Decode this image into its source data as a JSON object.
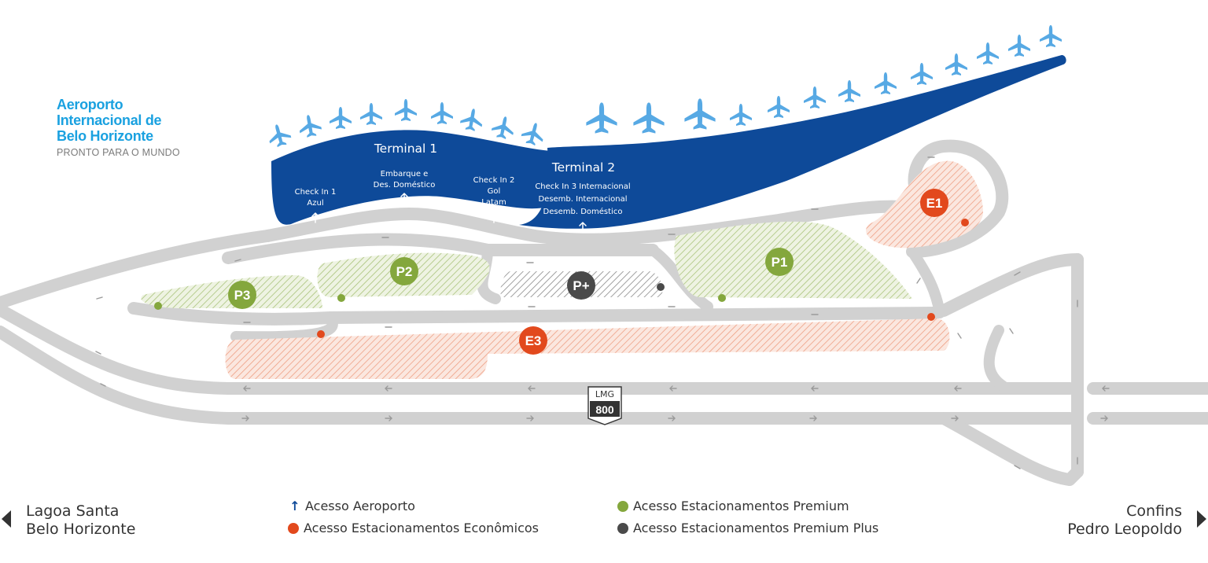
{
  "brand": {
    "line1": "Aeroporto",
    "line2": "Internacional de",
    "line3": "Belo Horizonte",
    "tagline": "PRONTO PARA O MUNDO"
  },
  "terminals": {
    "t1": {
      "name": "Terminal 1"
    },
    "t2": {
      "name": "Terminal 2"
    }
  },
  "access_labels": {
    "checkin1": [
      "Check In 1",
      "Azul"
    ],
    "embarque": [
      "Embarque e",
      "Des. Doméstico"
    ],
    "checkin2": [
      "Check In 2",
      "Gol",
      "Latam"
    ],
    "checkin3": [
      "Check In 3 Internacional",
      "Desemb. Internacional",
      "Desemb. Doméstico"
    ]
  },
  "parking": {
    "P1": "P1",
    "P2": "P2",
    "P3": "P3",
    "Pplus": "P+",
    "E1": "E1",
    "E3": "E3"
  },
  "highway": {
    "name": "LMG",
    "number": "800"
  },
  "destinations": {
    "left": [
      "Lagoa Santa",
      "Belo Horizonte"
    ],
    "right": [
      "Confins",
      "Pedro Leopoldo"
    ]
  },
  "legend": {
    "aeroporto": "Acesso Aeroporto",
    "economicos": "Acesso Estacionamentos Econômicos",
    "premium": "Acesso Estacionamentos Premium",
    "premium_plus": "Acesso Estacionamentos Premium Plus"
  },
  "colors": {
    "terminal": "#0e4a99",
    "planes": "#57a9e4",
    "brand_blue": "#1aa1e0",
    "road": "#d1d1d1",
    "premium": "#84a73d",
    "economico": "#e2491d",
    "premium_plus": "#4a4a4a",
    "premium_fill": "#e9f0d9",
    "economico_fill": "#f9e0d6"
  },
  "icons": {
    "plane": "airplane-icon",
    "access": "arrow-up-icon",
    "left_arrow": "triangle-left-icon",
    "right_arrow": "triangle-right-icon"
  }
}
